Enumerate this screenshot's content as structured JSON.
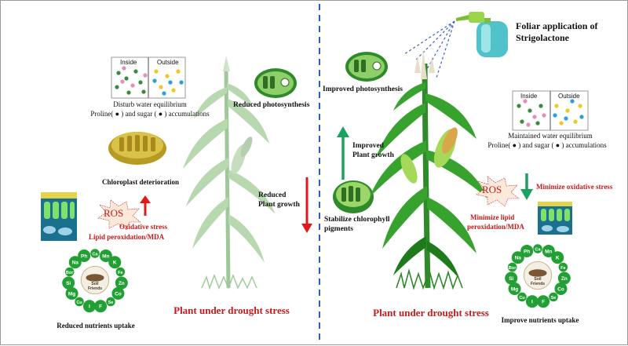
{
  "left": {
    "water": {
      "inside": "Inside",
      "outside": "Outside",
      "caption": "Disturb water equilibrium",
      "accum": "Proline( ● ) and sugar ( ● ) accumulations"
    },
    "chloroplast_label": "Chloroplast  deterioration",
    "photosynthesis_label": "Reduced photosynthesis",
    "growth_label_1": "Reduced",
    "growth_label_2": "Plant growth",
    "ros": "ROS",
    "oxidative": "Oxidative  stress",
    "lipid": "Lipid  peroxidation/MDA",
    "nutrients_label": "Reduced nutrients  uptake",
    "plant_label": "Plant under drought  stress"
  },
  "right": {
    "foliar_1": "Foliar application of",
    "foliar_2": "Strigolactone",
    "photosynthesis_label": "Improved  photosynthesis",
    "growth_label_1": "Improved",
    "growth_label_2": "Plant growth",
    "stabilize_1": "Stabilize chlorophyll",
    "stabilize_2": "pigments",
    "water": {
      "inside": "Inside",
      "outside": "Outside",
      "caption": "Maintained water equilibrium",
      "accum": "Proline( ● ) and sugar ( ● ) accumulations"
    },
    "ros": "ROS",
    "minimize_oxidative": "Minimize  oxidative stress",
    "minimize_lipid_1": "Minimize lipid",
    "minimize_lipid_2": "peroxidation/MDA",
    "nutrients_label": "Improve nutrients  uptake",
    "plant_label": "Plant under drought  stress"
  },
  "soil_label_1": "Soil",
  "soil_label_2": "Friends",
  "nutrient_elements": [
    "Ca",
    "Mn",
    "K",
    "Fe",
    "Zn",
    "Co",
    "Se",
    "F",
    "I",
    "Cu",
    "Mg",
    "Si",
    "Bor",
    "Na",
    "Ph"
  ],
  "colors": {
    "red_text": "#c61a1a",
    "green_arrow": "#1aa360",
    "red_arrow": "#e01a1a",
    "divider": "#2d5fc9",
    "nutrient_green": "#22a034",
    "leaf_pale": "#a9cfa3",
    "leaf_dark": "#2f8a2a",
    "chloroplast_green": "#3fa33a",
    "chloroplast_yellow": "#c9b23a",
    "spray_teal": "#4fc3c9"
  }
}
